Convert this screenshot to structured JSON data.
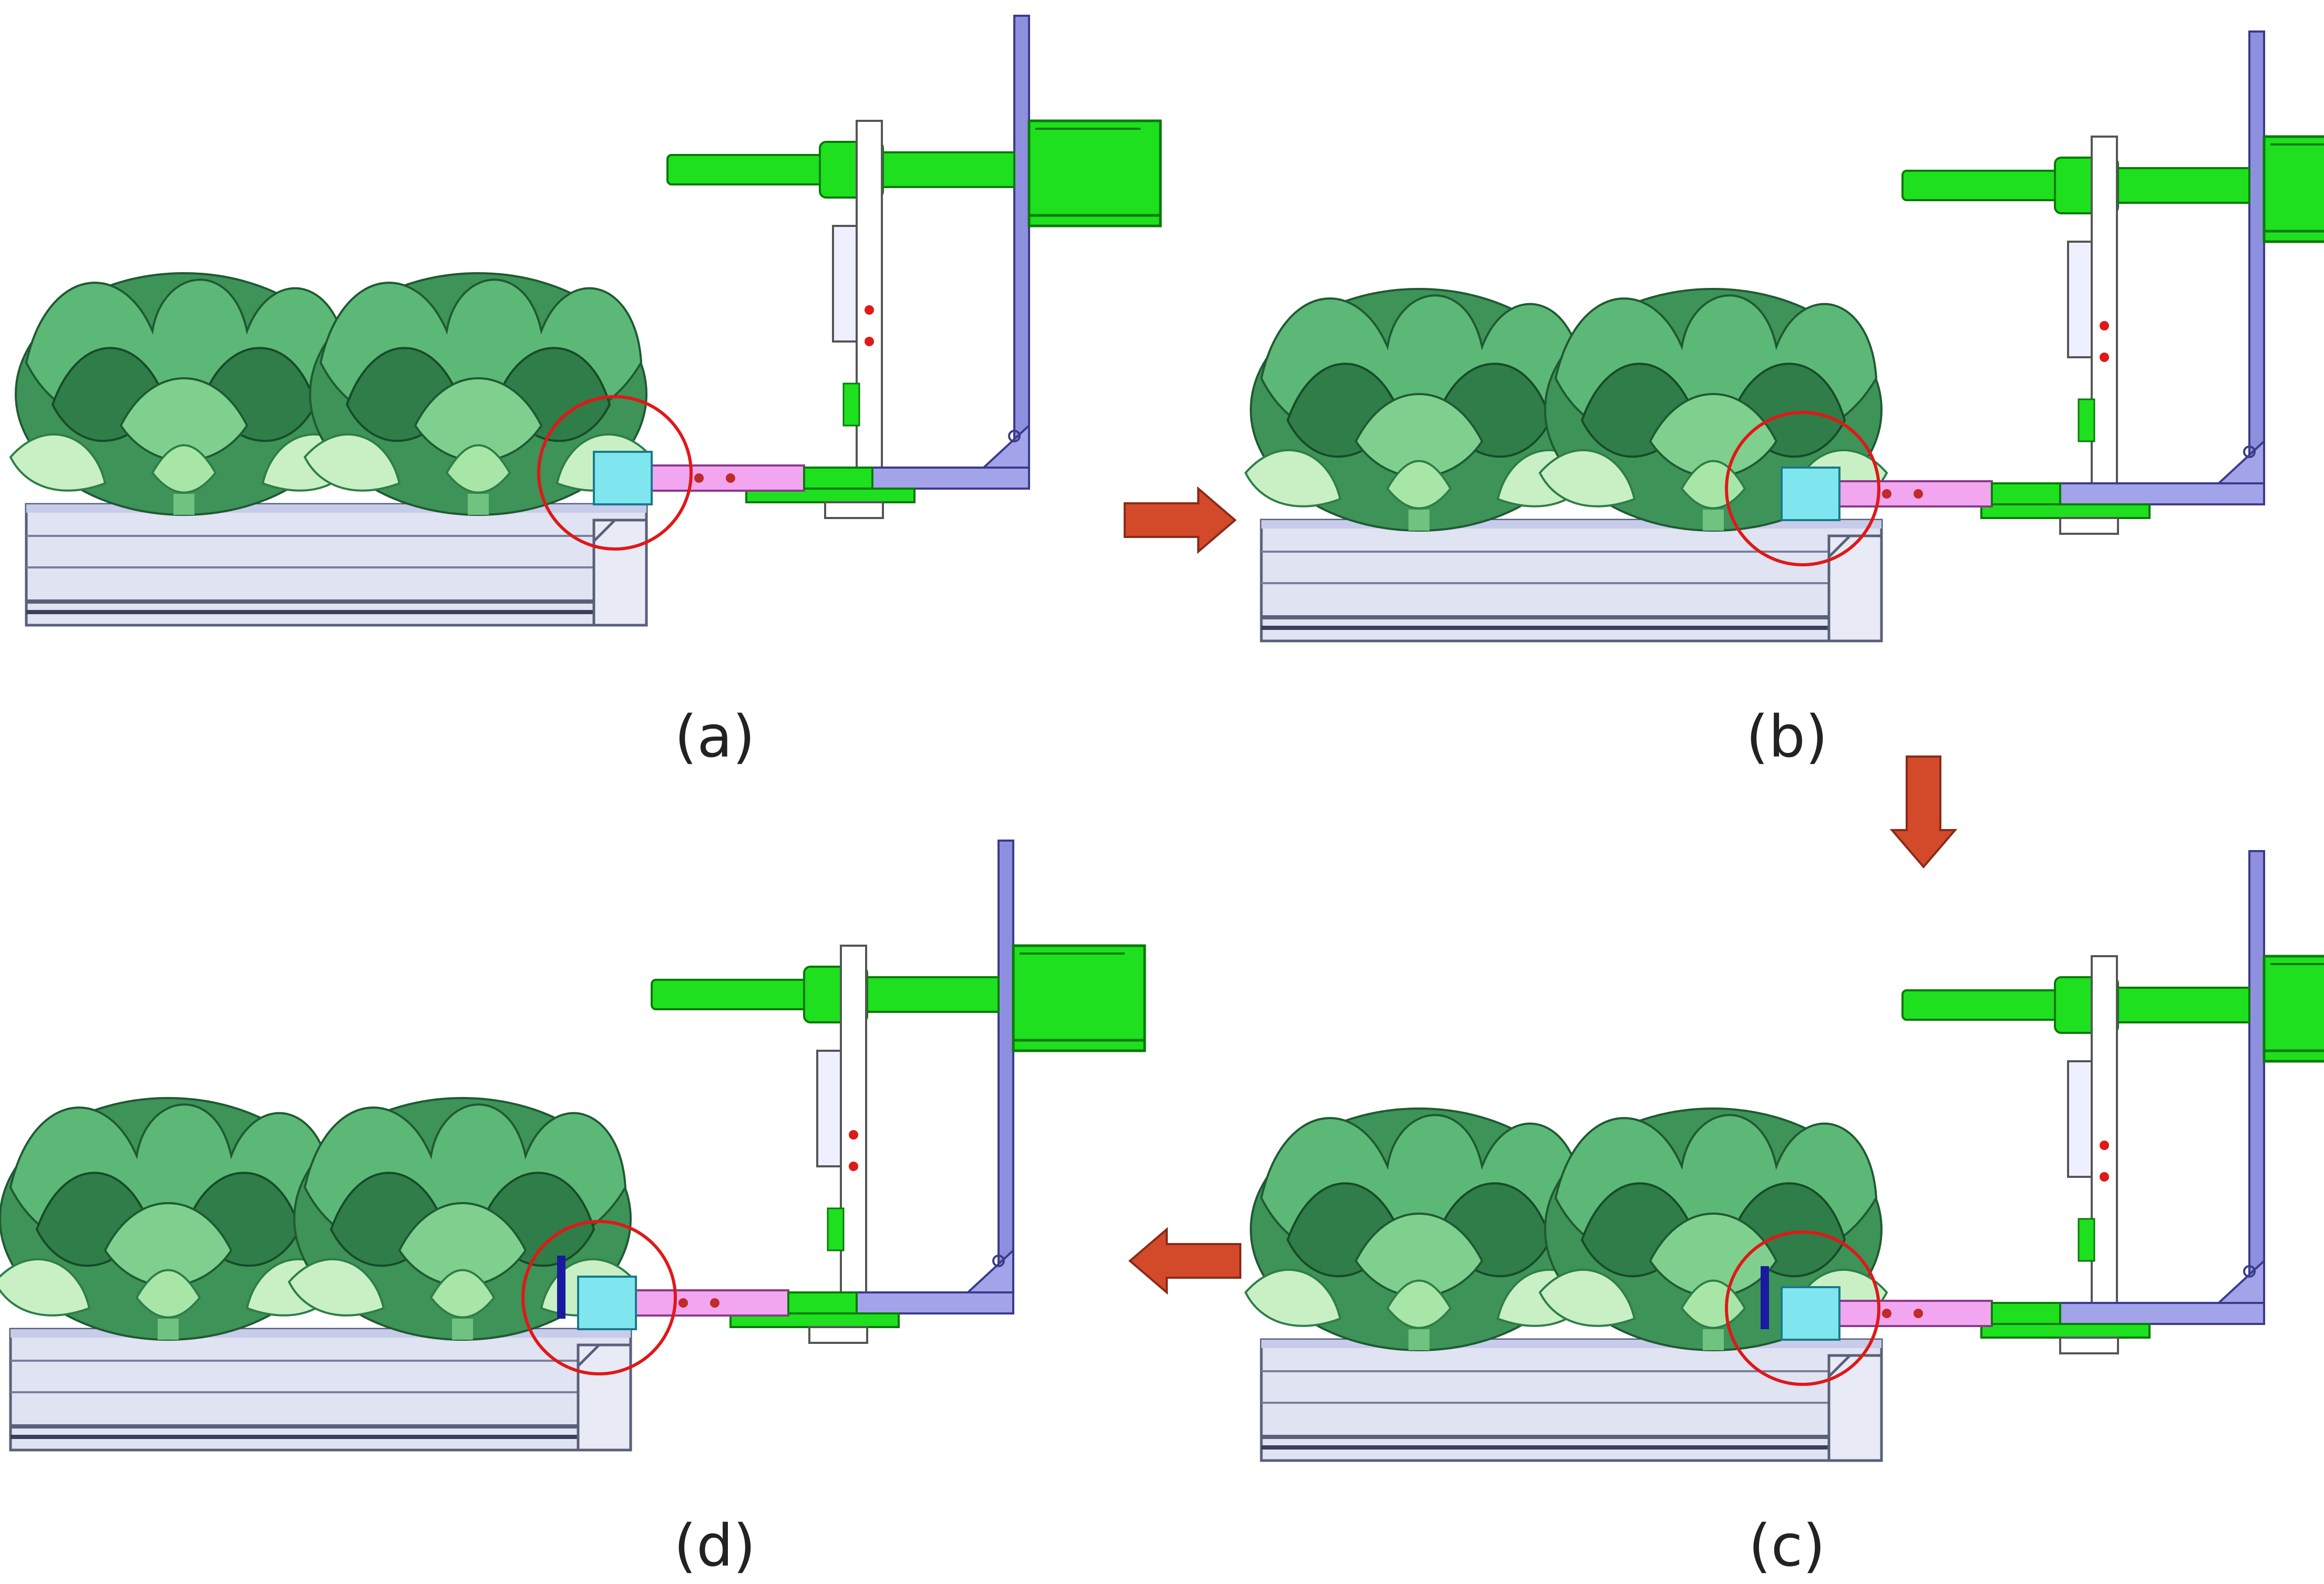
{
  "figure": {
    "panels": [
      {
        "id": "a",
        "label": "(a)",
        "pusher_state": "retracted",
        "plate_visible": false
      },
      {
        "id": "b",
        "label": "(b)",
        "pusher_state": "extended",
        "plate_visible": false
      },
      {
        "id": "c",
        "label": "(c)",
        "pusher_state": "extended",
        "plate_visible": true
      },
      {
        "id": "d",
        "label": "(d)",
        "pusher_state": "retracted",
        "plate_visible": true
      }
    ],
    "sequence_arrows": [
      {
        "from": "a",
        "to": "b",
        "direction": "right"
      },
      {
        "from": "b",
        "to": "c",
        "direction": "down"
      },
      {
        "from": "c",
        "to": "d",
        "direction": "left"
      }
    ],
    "colors": {
      "leaf_dark": "#2f7d48",
      "leaf_mid": "#4aa866",
      "leaf_light": "#c8f0c4",
      "rail": "#d9def0",
      "rail_line": "#5a5f7a",
      "frame": "#8f8fe0",
      "frame_edge": "#3b3b8c",
      "motor": "#1ee01e",
      "motor_edge": "#0a7a0a",
      "pusher": "#f3a6f0",
      "pusher_block": "#7fe6f0",
      "highlight_circle": "#e01818",
      "arrow": "#d24a2a",
      "plate": "#1a1aa0"
    }
  }
}
